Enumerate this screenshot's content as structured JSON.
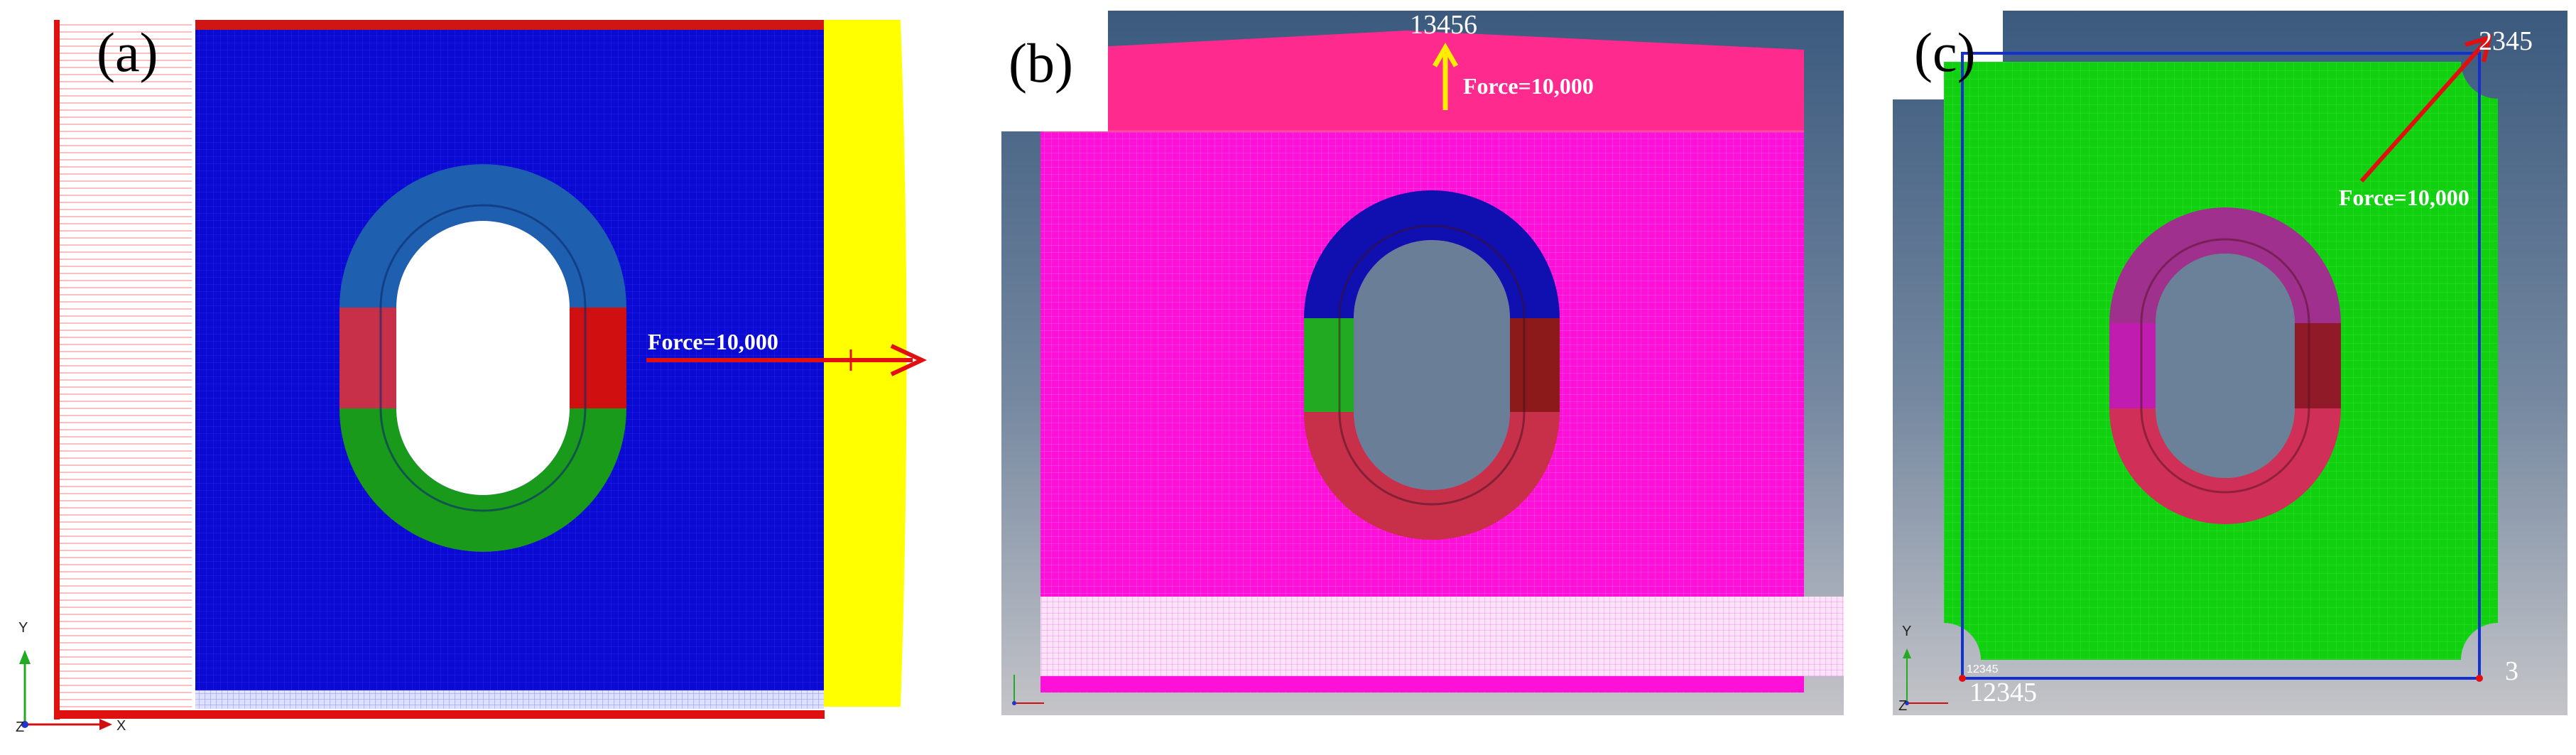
{
  "figure": {
    "panels": [
      {
        "label": "(a)",
        "force": "Force=10,000",
        "axes": {
          "y": "Y",
          "x": "X",
          "z": "Z"
        }
      },
      {
        "label": "(b)",
        "force": "Force=10,000",
        "node_top": "13456"
      },
      {
        "label": "(c)",
        "force": "Force=10,000",
        "node_top_right": "2345",
        "node_bottom_left": "12345",
        "node_bottom_left_small": "12345",
        "node_bottom_right": "3",
        "axes": {
          "y": "Y",
          "z": "Z"
        }
      }
    ]
  },
  "icons": {
    "force_arrow": "arrow-icon",
    "axis_triad": "axis-triad-icon"
  },
  "colors": {
    "plate_a": "#0a0ad2",
    "plate_b": "#ff10d8",
    "plate_c": "#10d010",
    "yellow_clamp": "#ffff00",
    "arrow_red": "#e01010",
    "arrow_yellow": "#ffee00",
    "ring_blue": "#1f5fb0",
    "ring_red": "#c81f3a",
    "ring_green": "#1a9a1a"
  }
}
